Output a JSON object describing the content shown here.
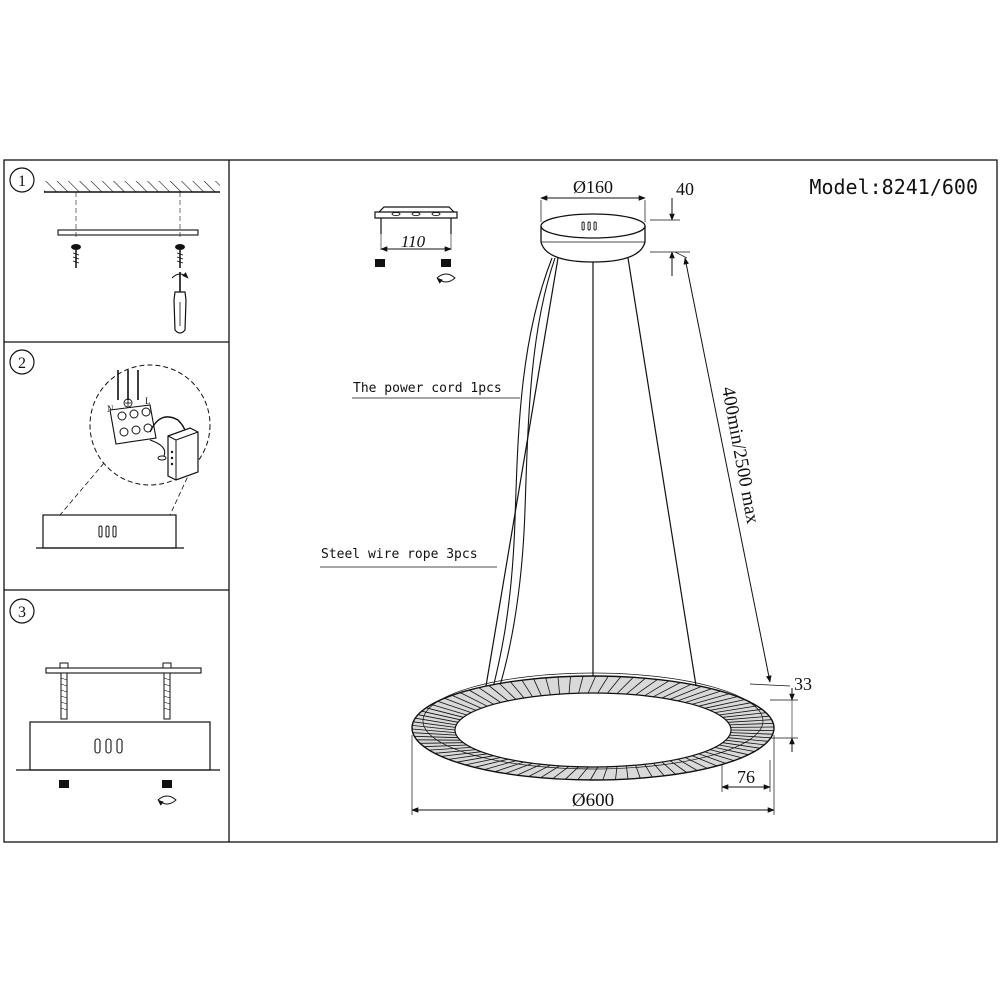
{
  "model_label": "Model:8241/600",
  "steps": [
    {
      "number": "1"
    },
    {
      "number": "2"
    },
    {
      "number": "3"
    }
  ],
  "wiring": {
    "terminal_n": "N",
    "terminal_l": "L"
  },
  "dimensions": {
    "canopy_diameter": "Ø160",
    "canopy_height": "40",
    "bracket_width": "110",
    "suspension_length": "400min/2500 max",
    "ring_height": "33",
    "ring_width": "76",
    "ring_diameter": "Ø600"
  },
  "callouts": {
    "power_cord": "The power cord  1pcs",
    "steel_wire": "Steel wire rope  3pcs"
  }
}
